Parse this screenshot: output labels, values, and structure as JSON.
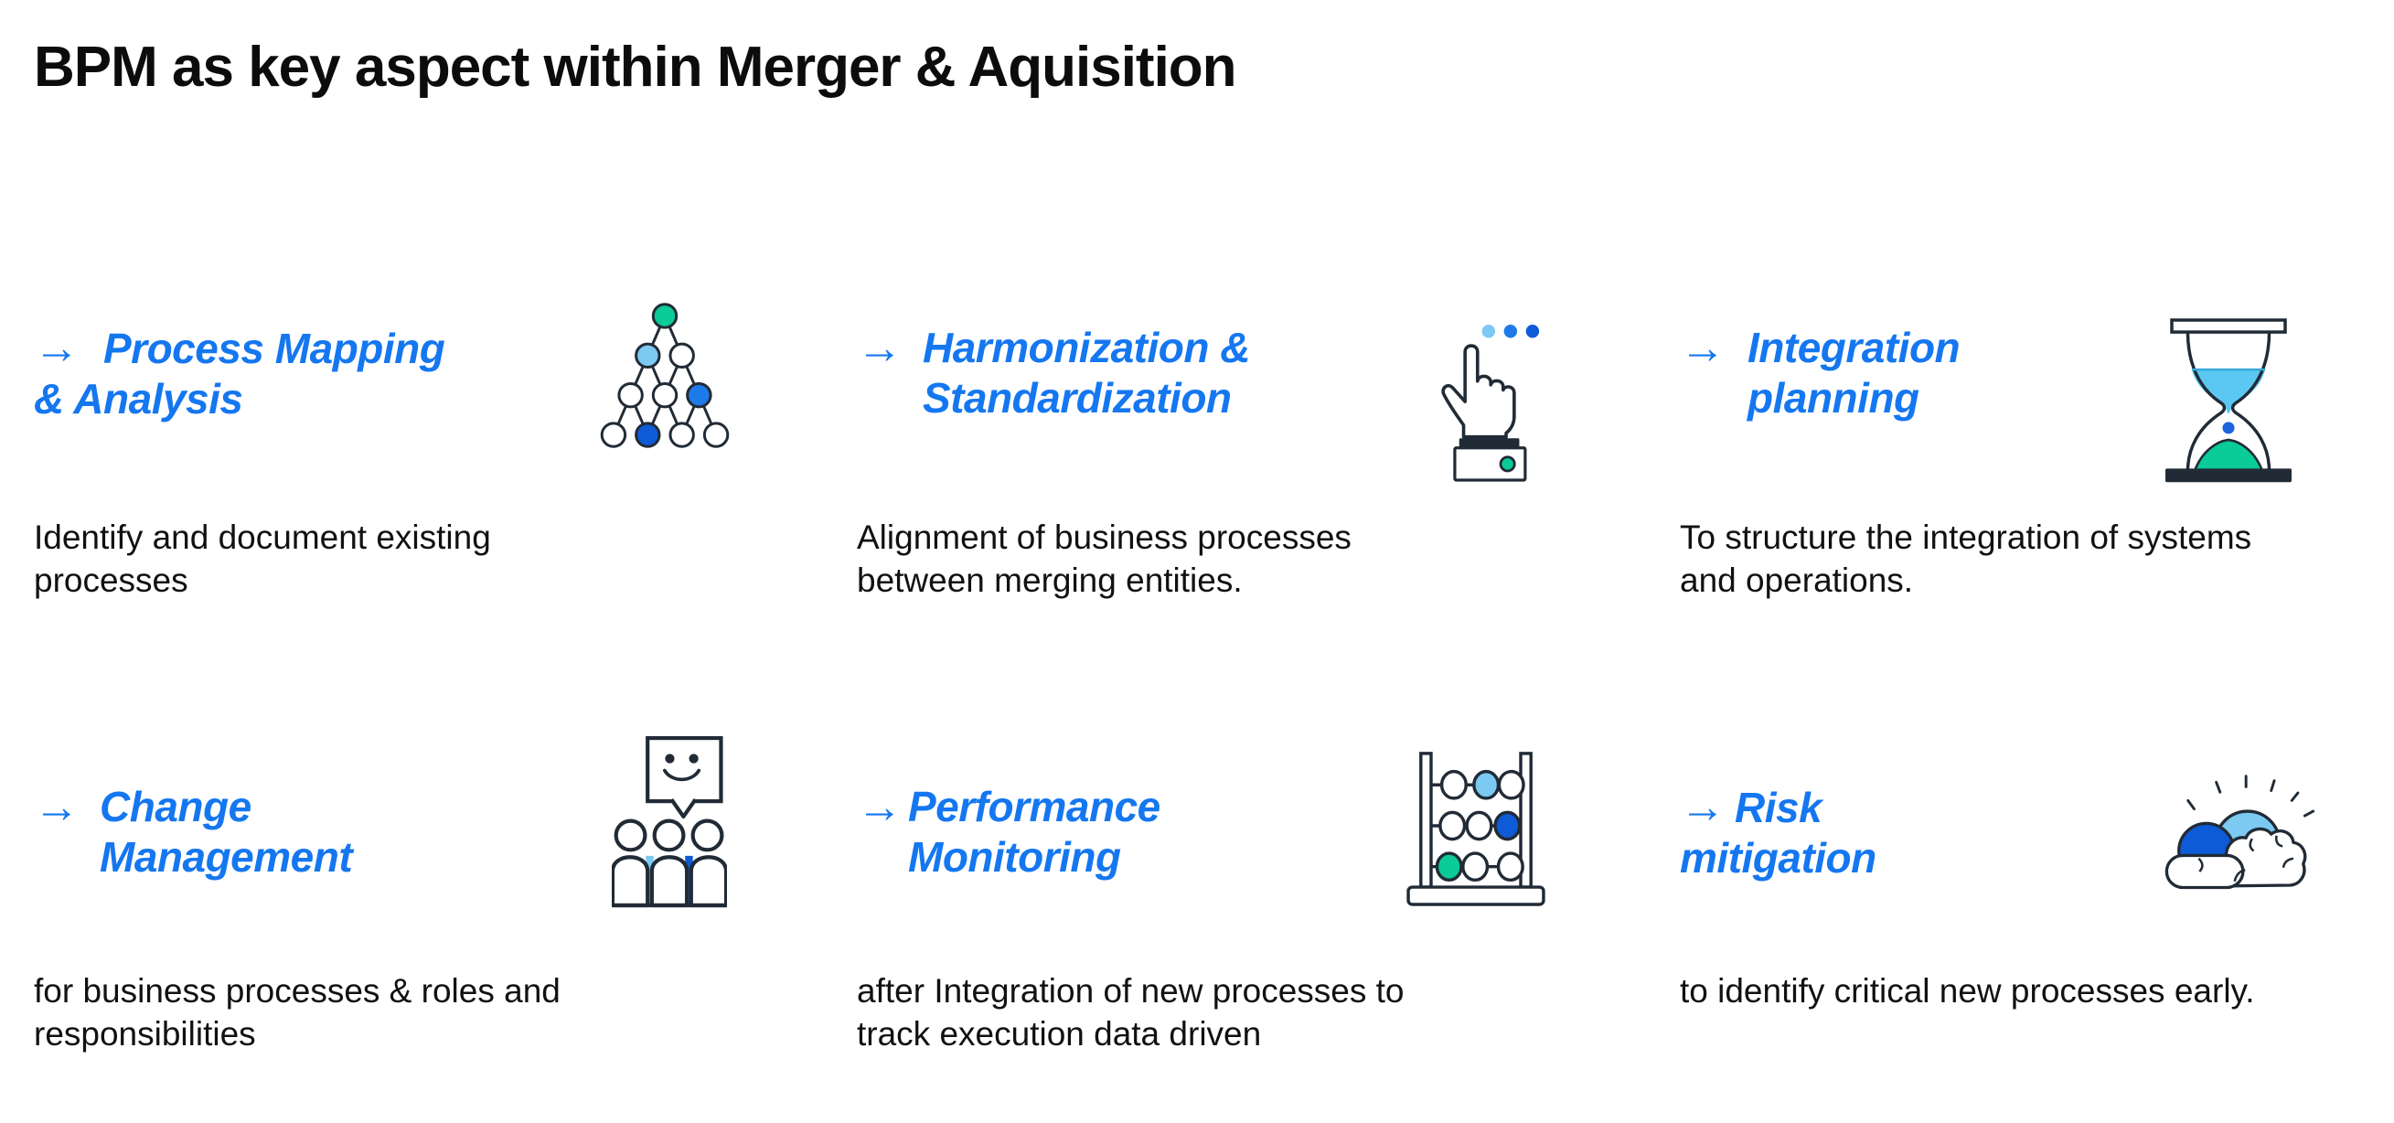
{
  "title": "BPM as key aspect within Merger & Aquisition",
  "colors": {
    "accent_blue": "#1577F0",
    "icon_outline": "#212B36",
    "icon_light_blue": "#7CC9F2",
    "icon_mid_blue": "#1E7AE8",
    "icon_dark_blue": "#0E5BD8",
    "icon_teal": "#0BCB98",
    "body_text": "#111111"
  },
  "features": [
    {
      "arrow": "→",
      "heading": "Process Mapping\n& Analysis",
      "description": "Identify and document existing\nprocesses",
      "icon": "org-tree-icon"
    },
    {
      "arrow": "→",
      "heading": "Harmonization &\nStandardization",
      "description": "Alignment of business processes\nbetween merging entities.",
      "icon": "pointing-hand-icon"
    },
    {
      "arrow": "→",
      "heading": "Integration\nplanning",
      "description": "To structure the integration of systems\nand operations.",
      "icon": "hourglass-icon"
    },
    {
      "arrow": "→",
      "heading": "Change\nManagement",
      "description": "for business processes & roles and\nresponsibilities",
      "icon": "speech-bubble-people-icon"
    },
    {
      "arrow": "→",
      "heading": "Performance\nMonitoring",
      "description": "after Integration of new processes to\ntrack execution data driven",
      "icon": "abacus-icon"
    },
    {
      "arrow": "→",
      "heading": "Risk\nmitigation",
      "description": "to identify critical new processes early.",
      "icon": "cloud-sun-icon"
    }
  ]
}
